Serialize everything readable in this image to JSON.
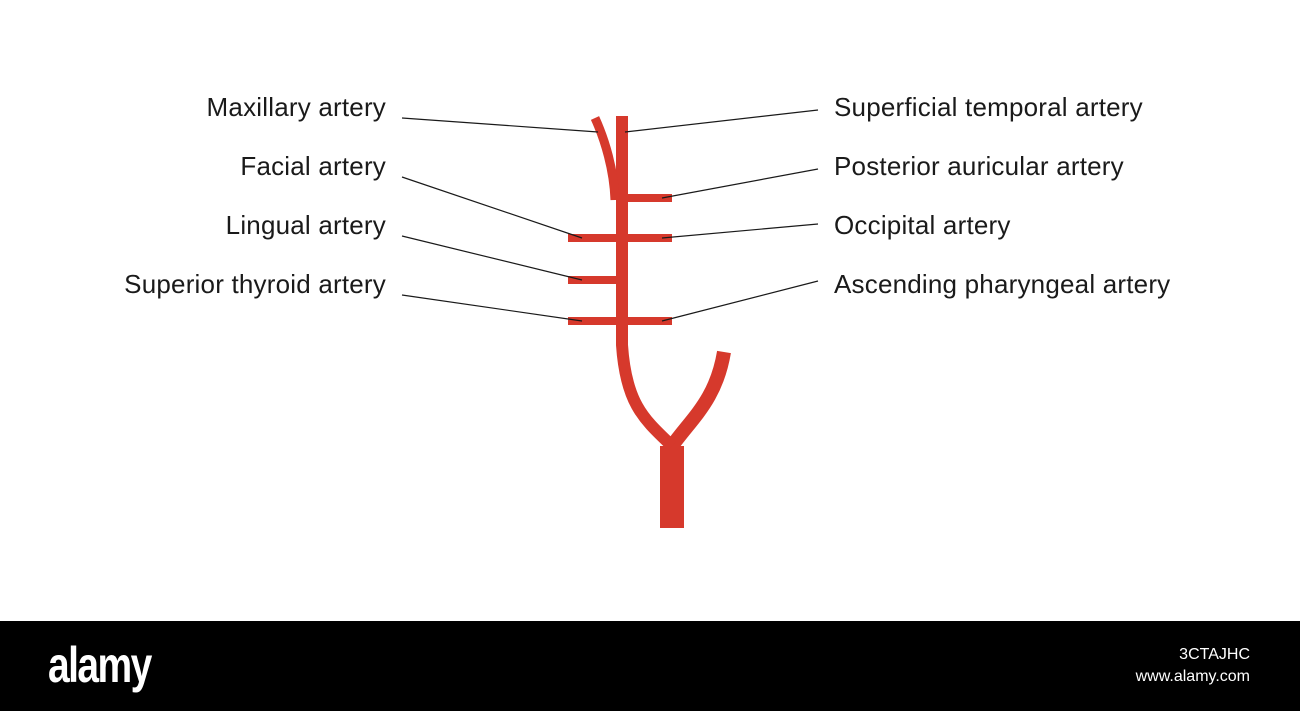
{
  "labels": {
    "left": {
      "maxillary": "Maxillary artery",
      "facial": "Facial artery",
      "lingual": "Lingual artery",
      "superior_thyroid": "Superior thyroid artery"
    },
    "right": {
      "superficial_temporal": "Superficial temporal artery",
      "posterior_auricular": "Posterior auricular artery",
      "occipital": "Occipital artery",
      "ascending_pharyngeal": "Ascending pharyngeal artery"
    }
  },
  "colors": {
    "artery": "#d6392c",
    "leader_line": "#1a1a1a",
    "background": "#ffffff",
    "footer_background": "#000000"
  },
  "footer": {
    "brand": "alamy",
    "image_id": "3CTAJHC",
    "url": "www.alamy.com"
  }
}
